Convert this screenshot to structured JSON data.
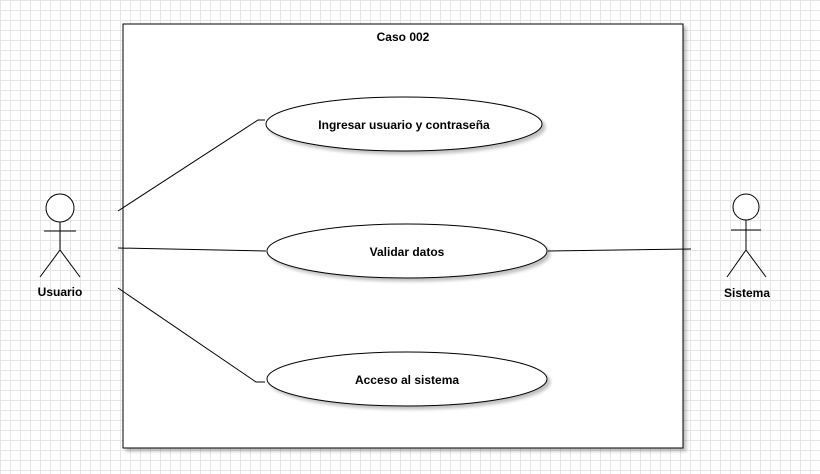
{
  "diagram": {
    "system_boundary": {
      "title": "Caso 002"
    },
    "actors": [
      {
        "id": "usuario",
        "label": "Usuario"
      },
      {
        "id": "sistema",
        "label": "Sistema"
      }
    ],
    "use_cases": [
      {
        "id": "uc1",
        "label": "Ingresar usuario y contraseña"
      },
      {
        "id": "uc2",
        "label": "Validar datos"
      },
      {
        "id": "uc3",
        "label": "Acceso al sistema"
      }
    ],
    "associations": [
      {
        "from": "usuario",
        "to": "uc1"
      },
      {
        "from": "usuario",
        "to": "uc2"
      },
      {
        "from": "usuario",
        "to": "uc3"
      },
      {
        "from": "sistema",
        "to": "uc2"
      }
    ]
  }
}
